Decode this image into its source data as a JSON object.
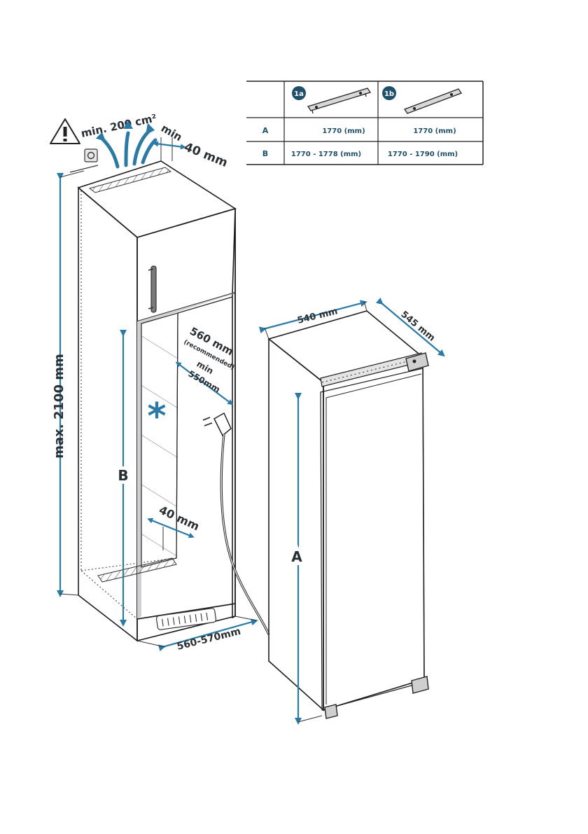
{
  "table": {
    "header_1a": "1a",
    "header_1b": "1b",
    "rows": [
      {
        "key": "A",
        "col_1a": "1770 (mm)",
        "col_1b": "1770 (mm)"
      },
      {
        "key": "B",
        "col_1a": "1770 - 1778 (mm)",
        "col_1b": "1770 - 1790 (mm)"
      }
    ]
  },
  "niche": {
    "vent_area": "min. 200 cm²",
    "top_gap_min": "min",
    "top_gap_value": "40 mm",
    "height_max": "max. 2100 mm",
    "depth_recommended": "560 mm",
    "depth_recommended_note": "(recommended)",
    "depth_min": "min",
    "depth_min_value": "550mm",
    "back_gap": "40 mm",
    "width": "560-570mm",
    "label_b": "B",
    "asterisk": "*"
  },
  "appliance": {
    "width": "540 mm",
    "depth": "545 mm",
    "label_a": "A"
  },
  "colors": {
    "accent": "#2b7aa6",
    "panel": "#bfbfbf",
    "outline": "#1d1d1d"
  }
}
